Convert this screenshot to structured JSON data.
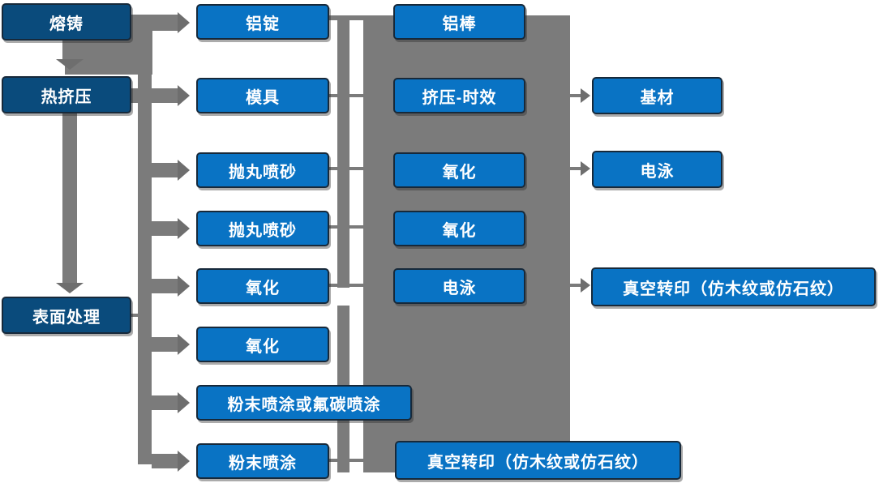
{
  "diagram": {
    "title_hint": "铝型材生产工艺流程图",
    "stages": [
      "熔铸",
      "热挤压",
      "表面处理"
    ],
    "ingot_chain": [
      "铝锭",
      "模具",
      "抛丸喷砂",
      "抛丸喷砂",
      "氧化",
      "氧化",
      "粉末喷涂或氟碳喷涂",
      "粉末喷涂"
    ],
    "rod_chain": [
      "铝棒",
      "挤压-时效",
      "氧化",
      "氧化",
      "电泳",
      "真空转印（仿木纹或仿石纹）"
    ],
    "outputs": [
      "基材",
      "电泳",
      "真空转印（仿木纹或仿石纹）"
    ]
  },
  "colors": {
    "stage_box": "#0a4b7c",
    "process_box": "#0973c4",
    "box_border": "#17293a",
    "connector": "#7b7b7b",
    "arrowhead": "#6e6e6e",
    "text": "#ffffff",
    "background": "#ffffff"
  }
}
